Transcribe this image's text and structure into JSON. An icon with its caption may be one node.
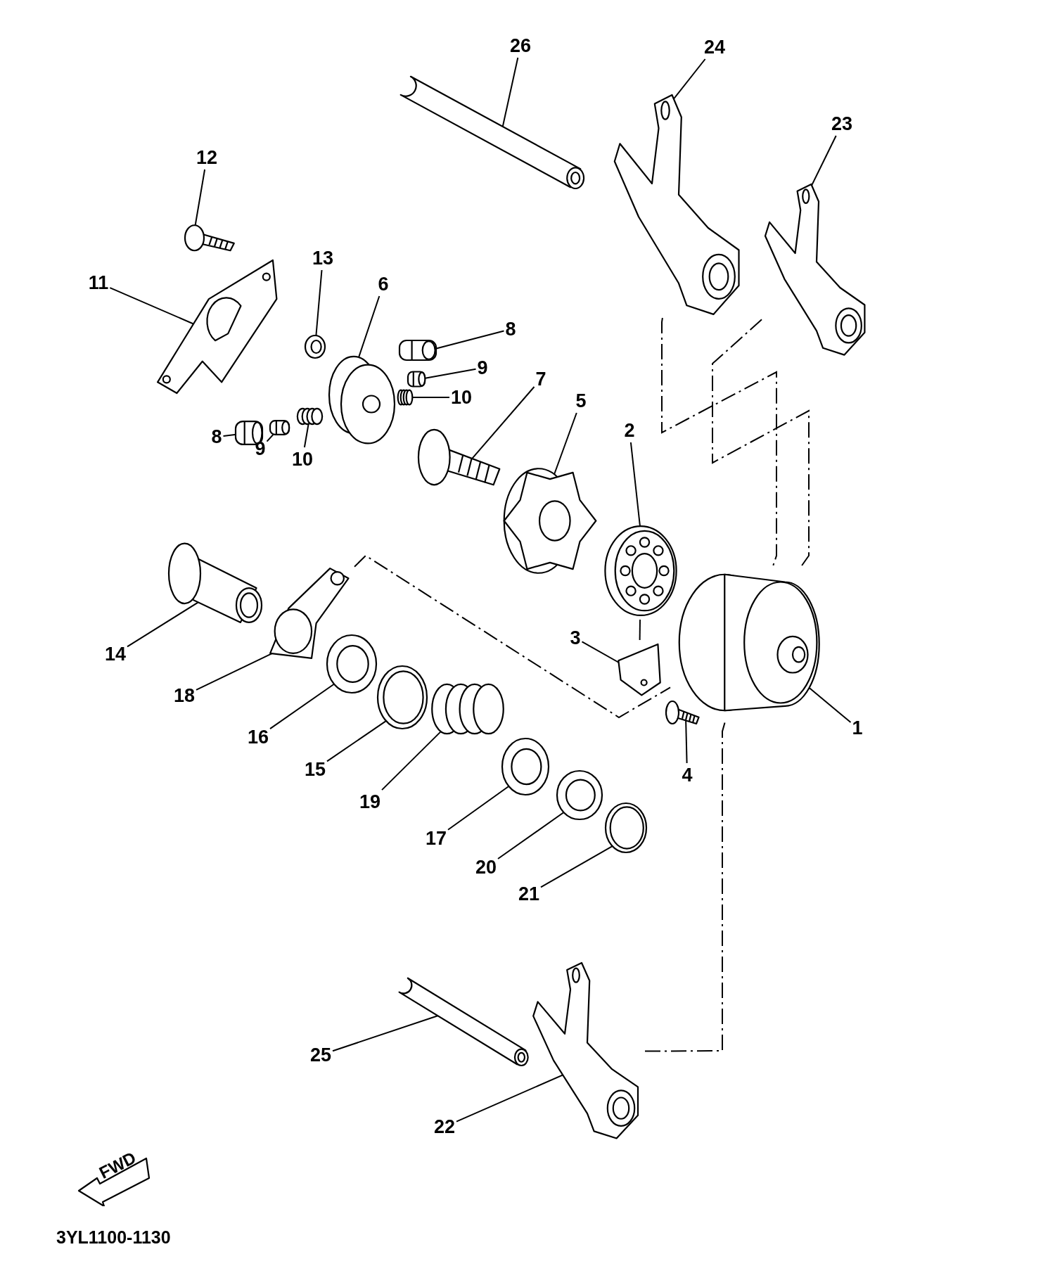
{
  "diagram": {
    "nodes": [
      {
        "text": [
          "26"
        ]
      },
      {
        "text": [
          "24"
        ]
      },
      {
        "text": [
          "23"
        ]
      },
      {
        "text": [
          "12"
        ]
      },
      {
        "text": [
          "13"
        ]
      },
      {
        "text": [
          "11"
        ]
      },
      {
        "text": [
          "6"
        ]
      },
      {
        "text": [
          "8"
        ]
      },
      {
        "text": [
          "9"
        ]
      },
      {
        "text": [
          "7"
        ]
      },
      {
        "text": [
          "10"
        ]
      },
      {
        "text": [
          "5"
        ]
      },
      {
        "text": [
          "2"
        ]
      },
      {
        "text": [
          "8"
        ]
      },
      {
        "text": [
          "9"
        ]
      },
      {
        "text": [
          "10"
        ]
      },
      {
        "text": [
          "3"
        ]
      },
      {
        "text": [
          "14"
        ]
      },
      {
        "text": [
          "18"
        ]
      },
      {
        "text": [
          "1"
        ]
      },
      {
        "text": [
          "16"
        ]
      },
      {
        "text": [
          "15"
        ]
      },
      {
        "text": [
          "4"
        ]
      },
      {
        "text": [
          "19"
        ]
      },
      {
        "text": [
          "17"
        ]
      },
      {
        "text": [
          "20"
        ]
      },
      {
        "text": [
          "21"
        ]
      },
      {
        "text": [
          "25"
        ]
      },
      {
        "text": [
          "22"
        ]
      },
      {
        "text": [],
        "shape": "picture"
      },
      {
        "text": [],
        "shape": "picture"
      },
      {
        "text": [],
        "shape": "picture"
      },
      {
        "text": [],
        "shape": "picture"
      },
      {
        "text": [],
        "shape": "picture"
      },
      {
        "text": [],
        "shape": "picture"
      },
      {
        "text": [],
        "shape": "picture"
      },
      {
        "text": [],
        "shape": "picture"
      },
      {
        "text": [],
        "shape": "picture"
      },
      {
        "text": [],
        "shape": "picture"
      },
      {
        "text": [],
        "shape": "picture"
      },
      {
        "text": [],
        "shape": "picture"
      },
      {
        "text": [],
        "shape": "picture"
      },
      {
        "text": [],
        "shape": "picture"
      },
      {
        "text": [],
        "shape": "picture"
      },
      {
        "text": [],
        "shape": "picture"
      },
      {
        "text": [],
        "shape": "picture"
      },
      {
        "text": [],
        "shape": "picture"
      },
      {
        "text": [],
        "shape": "picture"
      },
      {
        "text": [],
        "shape": "picture"
      },
      {
        "text": [],
        "shape": "picture"
      },
      {
        "text": [],
        "shape": "picture"
      },
      {
        "text": [],
        "shape": "picture"
      },
      {
        "text": [],
        "shape": "picture"
      },
      {
        "text": [],
        "shape": "picture"
      },
      {
        "text": [],
        "shape": "picture"
      },
      {
        "text": [],
        "shape": "picture"
      },
      {
        "text": [],
        "shape": "picture"
      },
      {
        "text": [],
        "shape": "picture"
      }
    ],
    "edges": [
      {
        "from": 0,
        "to": 29,
        "arrow": "none"
      },
      {
        "from": 1,
        "to": 30,
        "arrow": "none"
      },
      {
        "from": 2,
        "to": 31,
        "arrow": "none"
      },
      {
        "from": 3,
        "to": 32,
        "arrow": "none"
      },
      {
        "from": 4,
        "to": 33,
        "arrow": "none"
      },
      {
        "from": 5,
        "to": 34,
        "arrow": "none"
      },
      {
        "from": 6,
        "to": 35,
        "arrow": "none"
      },
      {
        "from": 7,
        "to": 36,
        "arrow": "none"
      },
      {
        "from": 8,
        "to": 37,
        "arrow": "none"
      },
      {
        "from": 9,
        "to": 38,
        "arrow": "none"
      },
      {
        "from": 10,
        "to": 39,
        "arrow": "none"
      },
      {
        "from": 11,
        "to": 40,
        "arrow": "none"
      },
      {
        "from": 12,
        "to": 41,
        "arrow": "none"
      },
      {
        "from": 13,
        "to": 42,
        "arrow": "none"
      },
      {
        "from": 14,
        "to": 43,
        "arrow": "none"
      },
      {
        "from": 15,
        "to": 44,
        "arrow": "none"
      },
      {
        "from": 16,
        "to": 45,
        "arrow": "none"
      },
      {
        "from": 17,
        "to": 46,
        "arrow": "none"
      },
      {
        "from": 18,
        "to": 47,
        "arrow": "none"
      },
      {
        "from": 19,
        "to": 48,
        "arrow": "none"
      },
      {
        "from": 20,
        "to": 49,
        "arrow": "none"
      },
      {
        "from": 21,
        "to": 50,
        "arrow": "none"
      },
      {
        "from": 22,
        "to": 51,
        "arrow": "none"
      },
      {
        "from": 23,
        "to": 52,
        "arrow": "none"
      },
      {
        "from": 24,
        "to": 53,
        "arrow": "none"
      },
      {
        "from": 25,
        "to": 54,
        "arrow": "none"
      },
      {
        "from": 26,
        "to": 55,
        "arrow": "none"
      },
      {
        "from": 27,
        "to": 56,
        "arrow": "none"
      },
      {
        "from": 28,
        "to": 57,
        "arrow": "none"
      },
      {
        "from": 30,
        "to": 48,
        "arrow": "none",
        "style": "dashed"
      },
      {
        "from": 31,
        "to": 48,
        "arrow": "none",
        "style": "dashed"
      },
      {
        "from": 57,
        "to": 48,
        "arrow": "none",
        "style": "dashed"
      },
      {
        "from": 47,
        "to": 48,
        "arrow": "none",
        "style": "dashed"
      },
      {
        "from": 41,
        "to": 45,
        "arrow": "none"
      }
    ],
    "labels": [
      "FWD",
      "3YL1100-1130"
    ]
  }
}
